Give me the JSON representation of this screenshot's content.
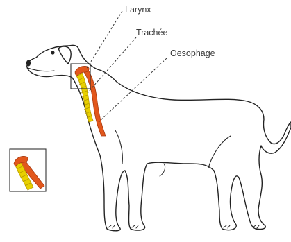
{
  "labels": {
    "larynx": "Larynx",
    "trachea": "Trachée",
    "esophagus": "Oesophage"
  },
  "colors": {
    "outline": "#222222",
    "trachea": "#e8d000",
    "trachea_ring": "#b79a00",
    "esophagus": "#e2571c",
    "esophagus_edge": "#a83a10",
    "inset_border": "#333333",
    "leader_line": "#333333",
    "label_text": "#3a3a3a"
  }
}
